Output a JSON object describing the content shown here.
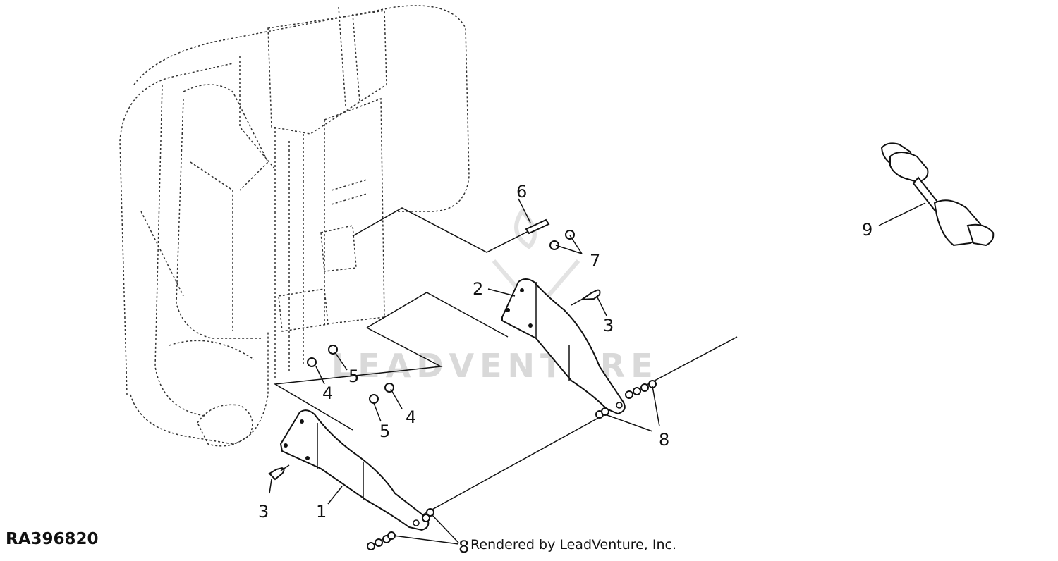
{
  "diagram": {
    "reference_code": "RA396820",
    "credit": "Rendered by LeadVenture, Inc.",
    "watermark": "LEADVENTURE",
    "callouts": [
      {
        "id": "c1",
        "label": "1"
      },
      {
        "id": "c2",
        "label": "2"
      },
      {
        "id": "c3a",
        "label": "3"
      },
      {
        "id": "c3b",
        "label": "3"
      },
      {
        "id": "c4a",
        "label": "4"
      },
      {
        "id": "c4b",
        "label": "4"
      },
      {
        "id": "c5a",
        "label": "5"
      },
      {
        "id": "c5b",
        "label": "5"
      },
      {
        "id": "c6",
        "label": "6"
      },
      {
        "id": "c7",
        "label": "7"
      },
      {
        "id": "c8a",
        "label": "8"
      },
      {
        "id": "c8b",
        "label": "8"
      },
      {
        "id": "c9",
        "label": "9"
      }
    ]
  }
}
